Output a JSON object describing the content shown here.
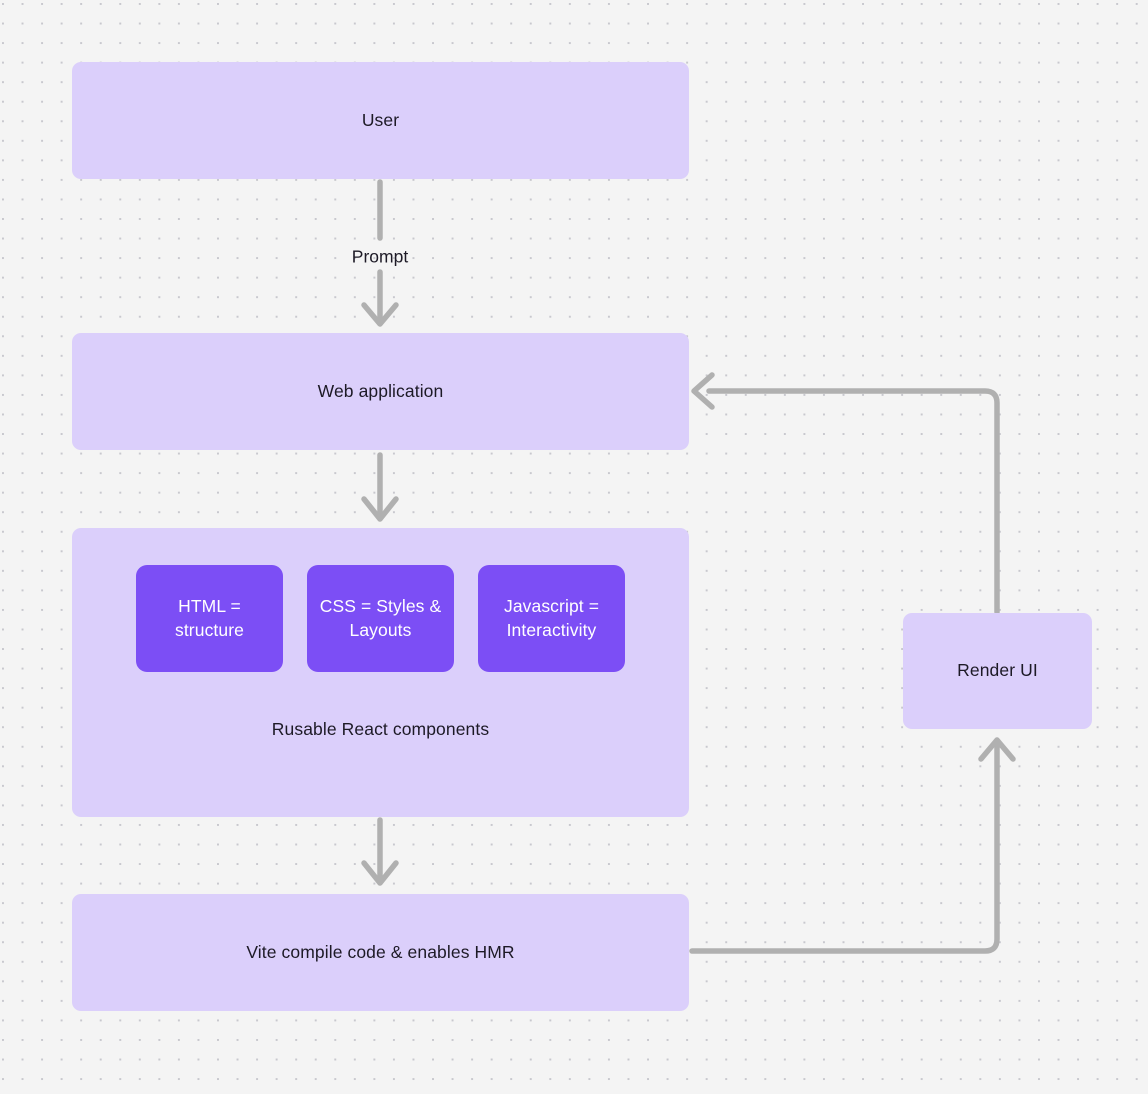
{
  "canvas": {
    "background_color": "#f4f4f4",
    "dot_color": "#c8c8ce",
    "node_fill": "#dbcffb",
    "child_fill": "#7c4ef5",
    "text_color": "#1d1a26",
    "child_text_color": "#ffffff",
    "edge_color": "#b0b0b0"
  },
  "nodes": {
    "user": {
      "label": "User"
    },
    "web_application": {
      "label": "Web application"
    },
    "components_group": {
      "caption": "Rusable React components",
      "children": [
        {
          "label": "HTML = structure"
        },
        {
          "label": "CSS = Styles & Layouts"
        },
        {
          "label": "Javascript = Interactivity"
        }
      ]
    },
    "vite": {
      "label": "Vite compile code & enables HMR"
    },
    "render_ui": {
      "label": "Render UI"
    }
  },
  "edges": {
    "user_to_webapp": {
      "label": "Prompt"
    },
    "webapp_to_components": {
      "label": ""
    },
    "components_to_vite": {
      "label": ""
    },
    "vite_to_render": {
      "label": ""
    },
    "render_to_webapp": {
      "label": ""
    }
  }
}
